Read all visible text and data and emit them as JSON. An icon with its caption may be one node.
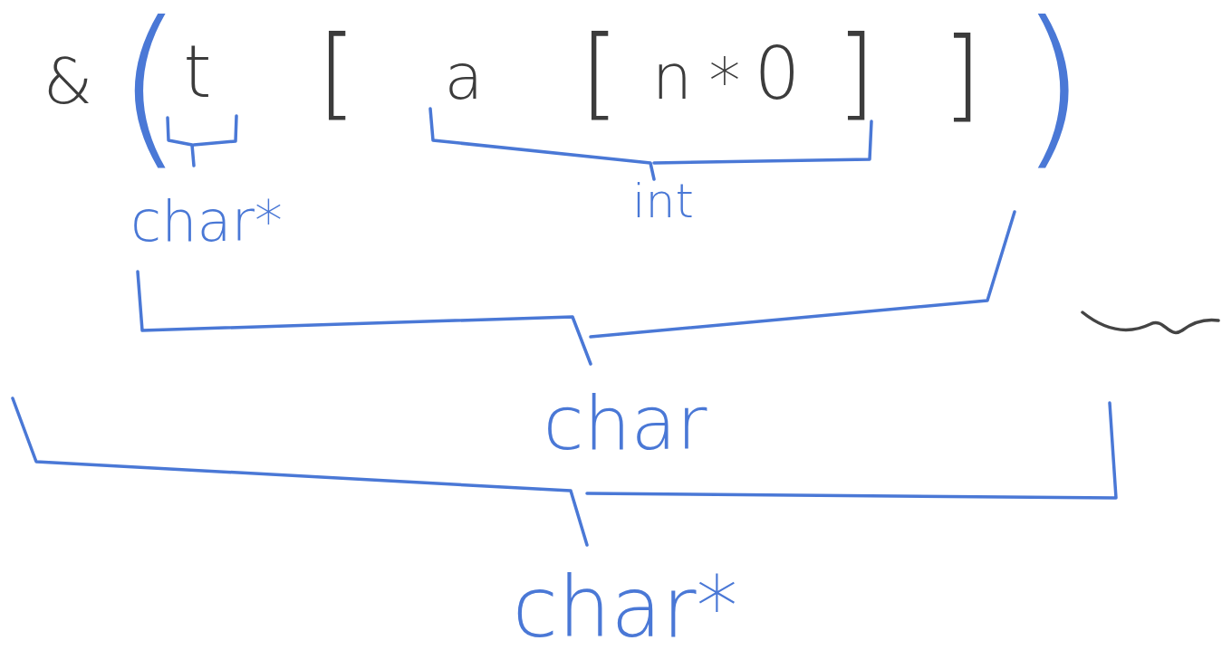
{
  "diagram": {
    "labels": [
      "&",
      "(",
      "t",
      "[",
      "a",
      "[",
      "n",
      "*",
      "0",
      "]",
      "]",
      ")",
      "char*",
      "int",
      "char",
      "char*"
    ]
  }
}
